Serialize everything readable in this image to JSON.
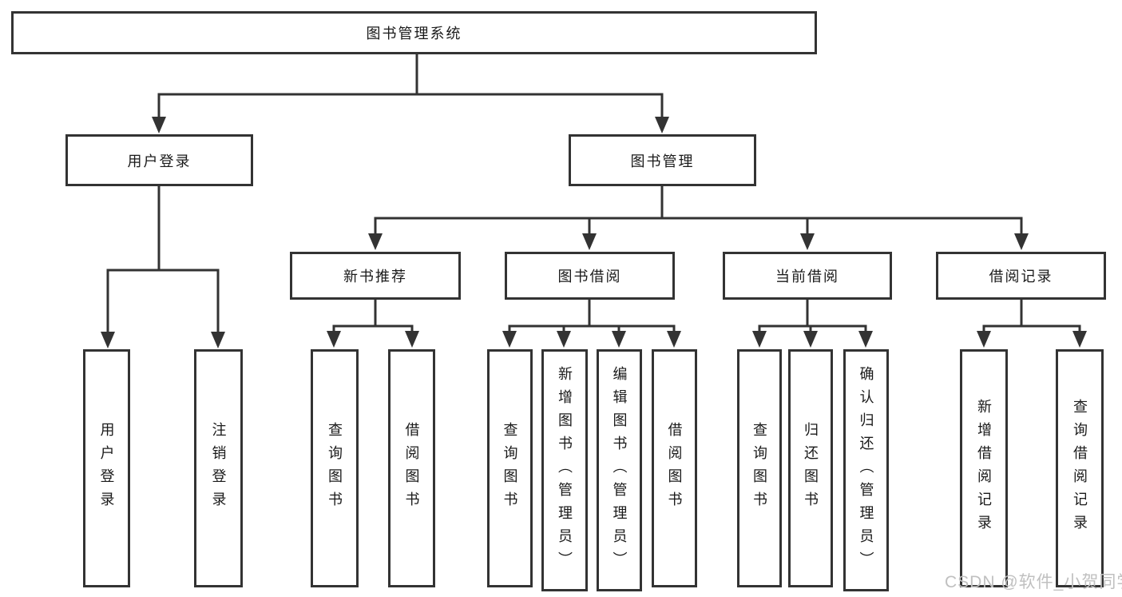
{
  "colors": {
    "line": "#333333",
    "box_border": "#333333",
    "text": "#1a1a1a",
    "watermark": "#c0c0c0",
    "background": "#ffffff"
  },
  "watermark": "CSDN @软件_小贺同学",
  "tree": {
    "root": "图书管理系统",
    "branches": [
      {
        "label": "用户登录",
        "leaves": [
          "用户登录",
          "注销登录"
        ]
      },
      {
        "label": "图书管理",
        "groups": [
          {
            "label": "新书推荐",
            "leaves": [
              "查询图书",
              "借阅图书"
            ]
          },
          {
            "label": "图书借阅",
            "leaves": [
              "查询图书",
              "新增图书（管理员）",
              "编辑图书（管理员）",
              "借阅图书"
            ]
          },
          {
            "label": "当前借阅",
            "leaves": [
              "查询图书",
              "归还图书",
              "确认归还（管理员）"
            ]
          },
          {
            "label": "借阅记录",
            "leaves": [
              "新增借阅记录",
              "查询借阅记录"
            ]
          }
        ]
      }
    ]
  }
}
